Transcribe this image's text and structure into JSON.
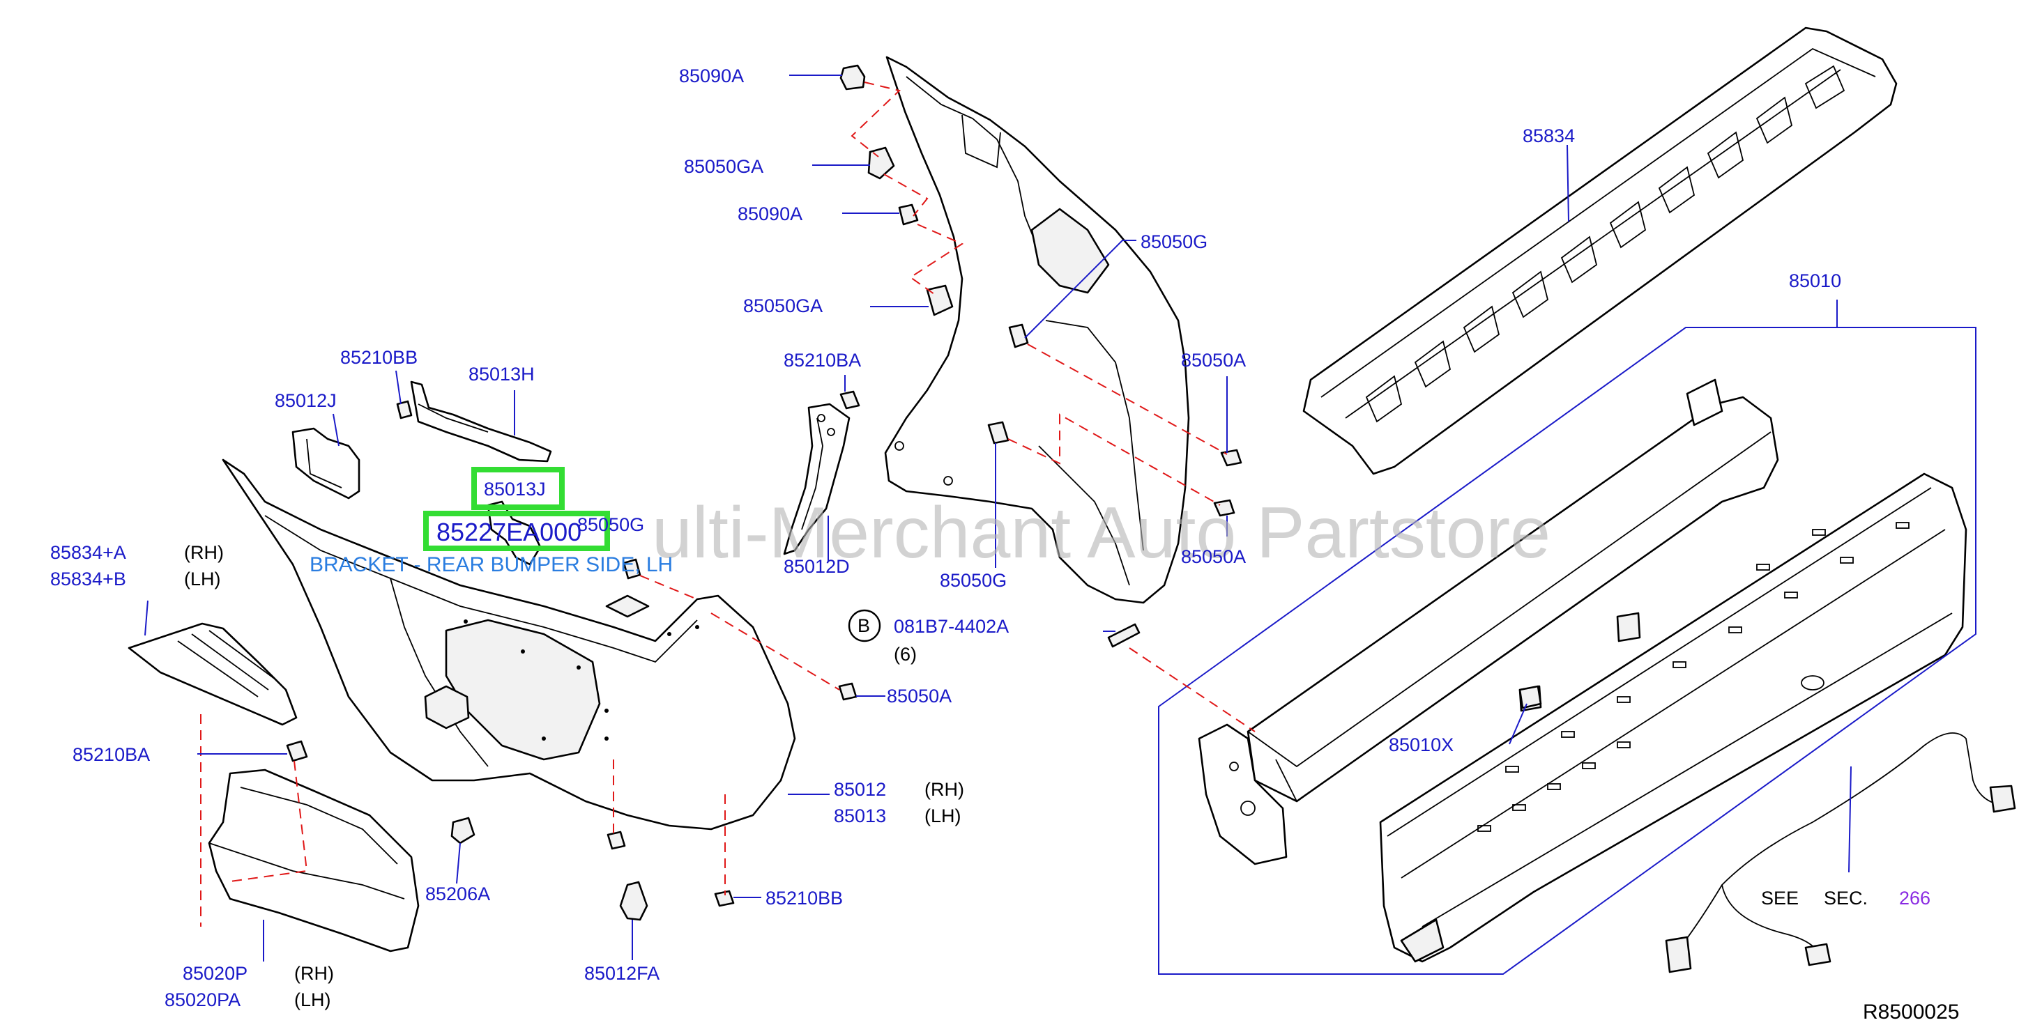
{
  "watermark": "ulti-Merchant Auto Partstore",
  "diagram_code": "R8500025",
  "highlight": {
    "part": "85013J",
    "selected_part": "85227EA000",
    "description": "BRACKET - REAR BUMPER SIDE, LH"
  },
  "labels": {
    "p85090A_1": "85090A",
    "p85050GA_1": "85050GA",
    "p85090A_2": "85090A",
    "p85050GA_2": "85050GA",
    "p85050G_1": "85050G",
    "p85050A_1": "85050A",
    "p85050A_2": "85050A",
    "p85050G_2": "85050G",
    "p85834": "85834",
    "p85010": "85010",
    "p85210BB_1": "85210BB",
    "p85013H": "85013H",
    "p85012J": "85012J",
    "p85210BA_1": "85210BA",
    "p85012D": "85012D",
    "p85050G_3": "85050G",
    "p85834A": "85834+A",
    "p85834A_side": "(RH)",
    "p85834B": "85834+B",
    "p85834B_side": "(LH)",
    "bolt_circle": "B",
    "bolt_part": "081B7-4402A",
    "bolt_qty": "(6)",
    "p85050A_3": "85050A",
    "p85210BA_2": "85210BA",
    "p85010X": "85010X",
    "p85012": "85012",
    "p85012_side": "(RH)",
    "p85013": "85013",
    "p85013_side": "(LH)",
    "p85206A": "85206A",
    "p85210BB_2": "85210BB",
    "p85012FA": "85012FA",
    "p85020P": "85020P",
    "p85020P_side": "(RH)",
    "p85020PA": "85020PA",
    "p85020PA_side": "(LH)",
    "see": "SEE",
    "sec": "SEC.",
    "sec_num": "266"
  }
}
